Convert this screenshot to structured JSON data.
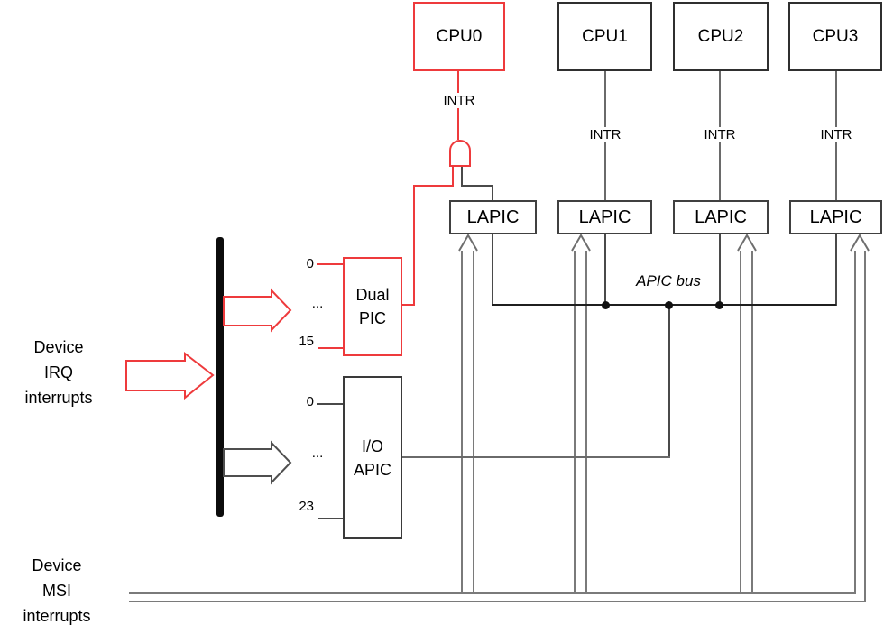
{
  "colors": {
    "red": "#ee3a3c",
    "cpu_border": "#2f2f2f",
    "lapic_border": "#404040",
    "connector_gray": "#6a6a6a",
    "msi_gray": "#7a7a7a",
    "bus_black": "#1f1f1f"
  },
  "cpus": [
    {
      "label": "CPU0"
    },
    {
      "label": "CPU1"
    },
    {
      "label": "CPU2"
    },
    {
      "label": "CPU3"
    }
  ],
  "intr_labels": [
    "INTR",
    "INTR",
    "INTR",
    "INTR"
  ],
  "lapics": [
    {
      "label": "LAPIC"
    },
    {
      "label": "LAPIC"
    },
    {
      "label": "LAPIC"
    },
    {
      "label": "LAPIC"
    }
  ],
  "apic_bus": {
    "label": "APIC bus"
  },
  "dual_pic": {
    "name_line1": "Dual",
    "name_line2": "PIC",
    "input_top": "0",
    "input_mid": "...",
    "input_bottom": "15"
  },
  "io_apic": {
    "name_line1": "I/O",
    "name_line2": "APIC",
    "input_top": "0",
    "input_mid": "...",
    "input_bottom": "23"
  },
  "device_irq_label": {
    "line1": "Device",
    "line2": "IRQ",
    "line3": "interrupts"
  },
  "device_msi_label": {
    "line1": "Device",
    "line2": "MSI",
    "line3": "interrupts"
  }
}
